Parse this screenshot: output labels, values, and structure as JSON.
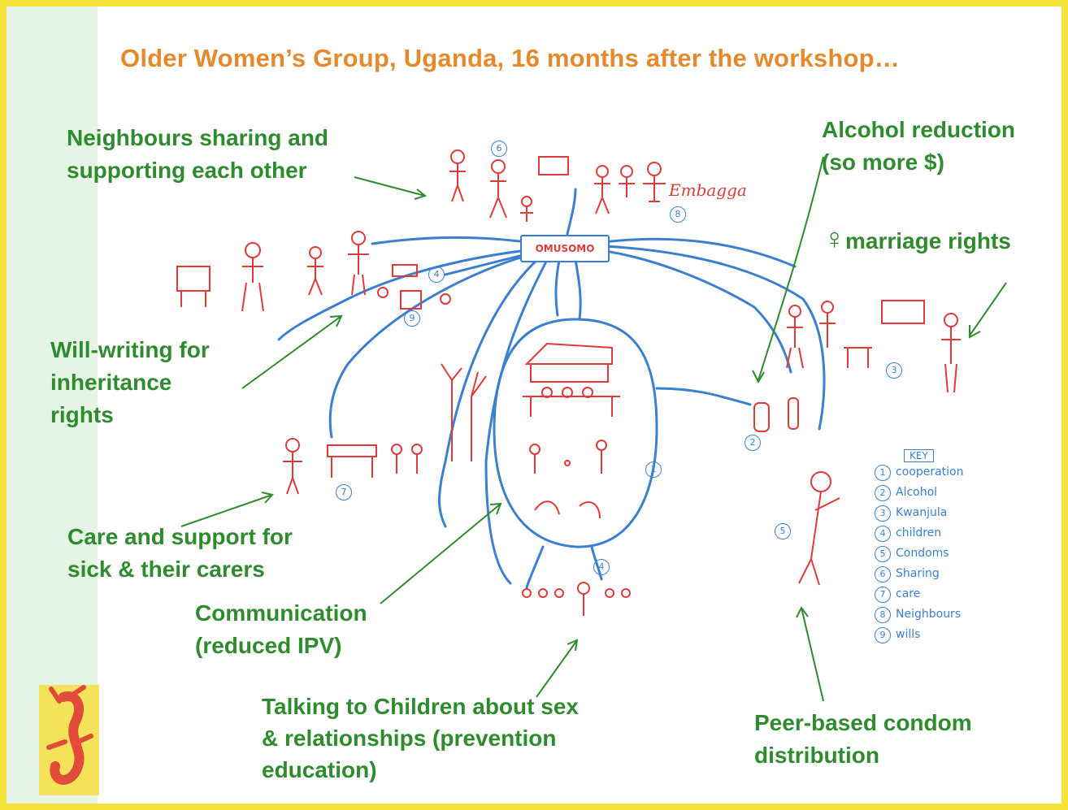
{
  "title": "Older Women’s Group, Uganda, 16 months after the workshop…",
  "labels": {
    "neighbours": [
      "Neighbours sharing and",
      "supporting each other"
    ],
    "alcohol": [
      "Alcohol reduction",
      "(so more $)"
    ],
    "marriage_symbol": "♀",
    "marriage": "marriage rights",
    "will": [
      "Will-writing for",
      "inheritance",
      "rights"
    ],
    "care": [
      "Care and support for",
      "sick & their carers"
    ],
    "communication": [
      "Communication",
      "(reduced IPV)"
    ],
    "talking": [
      "Talking to Children about sex",
      "& relationships (prevention",
      "education)"
    ],
    "condom": [
      "Peer-based condom",
      "distribution"
    ]
  },
  "drawing": {
    "center_label": "OMUSOMO",
    "embagga": "Embagga",
    "key_title": "KEY",
    "key_items": [
      {
        "n": "1",
        "text": "cooperation"
      },
      {
        "n": "2",
        "text": "Alcohol"
      },
      {
        "n": "3",
        "text": "Kwanjula"
      },
      {
        "n": "4",
        "text": "children"
      },
      {
        "n": "5",
        "text": "Condoms"
      },
      {
        "n": "6",
        "text": "Sharing"
      },
      {
        "n": "7",
        "text": "care"
      },
      {
        "n": "8",
        "text": "Neighbours"
      },
      {
        "n": "9",
        "text": "wills"
      }
    ]
  },
  "colors": {
    "border": "#f2e23a",
    "title": "#e58a2c",
    "label": "#2e8b2e",
    "sketch_blue": "#3b7fd0",
    "sketch_red": "#e03a3a",
    "strip": "#e6f4e6"
  },
  "icons": [
    "lizard-logo-icon"
  ]
}
